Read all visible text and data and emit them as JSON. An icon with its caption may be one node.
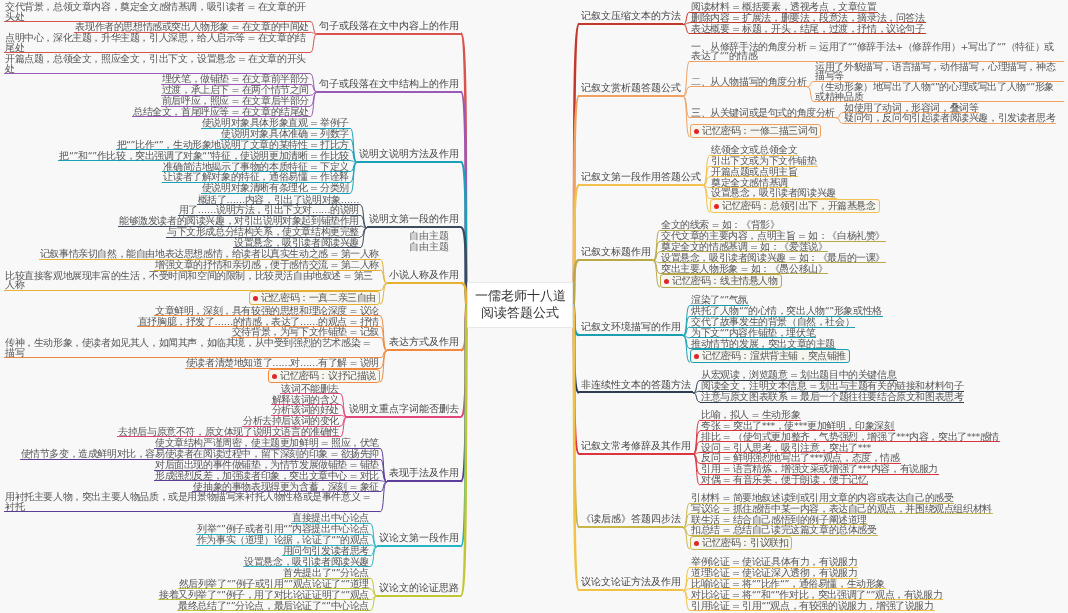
{
  "diagram": {
    "nodes": [
      {
        "text": [
          "一儒老师十八道阅读答题公式"
        ]
      },
      {
        "text": [
          "句子或段落在文中内容上的作用"
        ]
      },
      {
        "text": [
          "交代背景，总领文章内容，奠定全文感情基调，吸引读者 = 在文章的开头处"
        ]
      },
      {
        "text": [
          "表现作者的思想情感或突出人物形象 = 在文章的中间处"
        ]
      },
      {
        "text": [
          "点明中心，深化主题，升华主题，引人深思，给人启示等 = 在文章的结尾处"
        ]
      },
      {
        "text": [
          "句子或段落在文中结构上的作用"
        ]
      },
      {
        "text": [
          "开篇点题，总领全文，照应全文，引出下文，设置悬念 = 在文章的开头处"
        ]
      },
      {
        "text": [
          "埋伏笔，做铺垫 = 在文章前半部分"
        ]
      },
      {
        "text": [
          "过渡，承上启下 = 在两个情节之间"
        ]
      },
      {
        "text": [
          "前后呼应，照应 = 在文章后半部分"
        ]
      },
      {
        "text": [
          "总结全文，首尾呼应等 = 在文章的结尾处"
        ]
      },
      {
        "text": [
          "说明文说明方法及作用"
        ]
      },
      {
        "text": [
          "使说明对象具体形象直观 = 举例子"
        ]
      },
      {
        "text": [
          "使说明对象具体准确 = 列数字"
        ]
      },
      {
        "text": [
          "把“”比作“”，生动形象地说明了文章的某特性 = 打比方"
        ]
      },
      {
        "text": [
          "把“”和“”作比较，突出强调了对象“”特征，使说明更加清晰 = 作比较"
        ]
      },
      {
        "text": [
          "准确简洁地揭示了事物的本质特征 = 下定义"
        ]
      },
      {
        "text": [
          "让读者了解对象的特征，通俗易懂 = 作诠释"
        ]
      },
      {
        "text": [
          "使说明对象清晰有条理化 = 分类别"
        ]
      },
      {
        "text": [
          "说明文第一段的作用"
        ],
        "beside": [
          "自由主题",
          "自由主题"
        ]
      },
      {
        "text": [
          "概括了……内容，引出了说明对象……"
        ]
      },
      {
        "text": [
          "用了……说明方法，引出下文对……的说明"
        ]
      },
      {
        "text": [
          "能够激发读者的阅读兴趣，对引出说明对象起到铺垫作用"
        ]
      },
      {
        "text": [
          "与下文形成总分结构关系，使文章结构更完整"
        ]
      },
      {
        "text": [
          "设置悬念，吸引读者阅读兴趣"
        ]
      },
      {
        "text": [
          "小说人称及作用"
        ]
      },
      {
        "text": [
          "记叙事情亲切自然，能自由地表达思想感情，给读者以真实生动之感 = 第一人称"
        ]
      },
      {
        "text": [
          "增强文章的抒情和亲切感，便于感情交流 = 第二人称"
        ]
      },
      {
        "text": [
          "比较直接客观地展现丰富的生活，不受时间和空间的限制，比较灵活自由地叙述 = 第三人称"
        ]
      },
      {
        "text": [
          "记忆密码：一真二亲三自由"
        ]
      },
      {
        "text": [
          "表达方式及作用"
        ]
      },
      {
        "text": [
          "文章鲜明，深刻，具有较强的思想和理论深度 = 议论"
        ]
      },
      {
        "text": [
          "直抒胸臆，抒发了……的情感，表达了……的观点 = 抒情"
        ]
      },
      {
        "text": [
          "交待背景，为写下文作铺垫 = 记叙"
        ]
      },
      {
        "text": [
          "传神，生动形象，使读者如见其人，如闻其声，如临其境，从中受到强烈的艺术感染 = 描写"
        ]
      },
      {
        "text": [
          "使读者清楚地知道了……对……有了解 = 说明"
        ]
      },
      {
        "text": [
          "记忆密码：议抒记描说"
        ]
      },
      {
        "text": [
          "说明文重点字词能否删去"
        ]
      },
      {
        "text": [
          "该词不能删去"
        ]
      },
      {
        "text": [
          "解释该词的含义"
        ]
      },
      {
        "text": [
          "分析该词的好处"
        ]
      },
      {
        "text": [
          "分析去掉后该词的变化"
        ]
      },
      {
        "text": [
          "去掉后与原意不符，原文体现了说明文语言的准确性"
        ]
      },
      {
        "text": [
          "表现手法及作用"
        ]
      },
      {
        "text": [
          "使文章结构严谨周密，使主题更加鲜明 = 照应，伏笔"
        ]
      },
      {
        "text": [
          "使情节多变，造成鲜明对比，容易使读者在阅读过程中，留下深刻的印象 = 欲扬先抑"
        ]
      },
      {
        "text": [
          "对后面出现的事件做铺垫，为情节发展做铺垫 = 铺垫"
        ]
      },
      {
        "text": [
          "形成强烈反差，加强读者印象，突出文章中心 = 对比"
        ]
      },
      {
        "text": [
          "使抽象的事物表现得更为含蓄，深刻 = 象征"
        ]
      },
      {
        "text": [
          "用衬托主要人物，突出主要人物品质，或是用景物描写来衬托人物性格或是事件意义 = 衬托"
        ]
      },
      {
        "text": [
          "议论文第一段作用"
        ]
      },
      {
        "text": [
          "直接提出中心论点"
        ]
      },
      {
        "text": [
          "列举“”例子或者引用“”内容提出中心论点"
        ]
      },
      {
        "text": [
          "作为事实（道理）论据，论证了“”的观点"
        ]
      },
      {
        "text": [
          "用问句引发读者思考"
        ]
      },
      {
        "text": [
          "设置悬念，吸引读者阅读兴趣"
        ]
      },
      {
        "text": [
          "议论文的论证思路"
        ]
      },
      {
        "text": [
          "首先提出了“”分论点"
        ]
      },
      {
        "text": [
          "然后列举了“”例子或引用“”观点论证了“”道理"
        ]
      },
      {
        "text": [
          "接着又列举了“”例子，用了对比论证证明了“”观点"
        ]
      },
      {
        "text": [
          "最终总结了“”分论点，最后论证了“”中心论点"
        ]
      },
      {
        "text": [
          "记叙文压缩文本的方法"
        ]
      },
      {
        "text": [
          "阅读材料 = 概括要素，透视考点，文章位置"
        ]
      },
      {
        "text": [
          "删除内容 = 扩展法，删要法，段意法，摘录法，问答法"
        ]
      },
      {
        "text": [
          "表达概要 = 标题，开头，结尾，过渡，抒情，议论句子"
        ]
      },
      {
        "text": [
          "记叙文赏析题答题公式"
        ]
      },
      {
        "text": [
          "一、从修辞手法的角度分析 = 运用了“”修辞手法+（修辞作用）+写出了“”（特征）或表达了“”的情感"
        ]
      },
      {
        "text": [
          "二、从人物描写的角度分析"
        ]
      },
      {
        "text": [
          "运用了外貌描写，语言描写，动作描写，心理描写，神态描写等"
        ]
      },
      {
        "text": [
          "（生动形象）地写出了人物“”的心理或写出了人物“”形象或精神品质"
        ]
      },
      {
        "text": [
          "三、从关键词或是句式的角度分析"
        ]
      },
      {
        "text": [
          "如使用了动词，形容词，叠词等"
        ]
      },
      {
        "text": [
          "疑问句，反问句引起读者阅读兴趣，引发读者思考"
        ]
      },
      {
        "text": [
          "记忆密码：一修二描三词句"
        ]
      },
      {
        "text": [
          "记叙文第一段作用答题公式"
        ]
      },
      {
        "text": [
          "统领全文或总领全文"
        ]
      },
      {
        "text": [
          "引出下文或为下文作铺垫"
        ]
      },
      {
        "text": [
          "开篇点题或点明主旨"
        ]
      },
      {
        "text": [
          "奠定全文感情基调"
        ]
      },
      {
        "text": [
          "设置悬念，吸引读者阅读兴趣"
        ]
      },
      {
        "text": [
          "记忆密码：总领引出下，开篇基悬念"
        ]
      },
      {
        "text": [
          "记叙文标题作用"
        ]
      },
      {
        "text": [
          "全文的线索 = 如：《背影》"
        ]
      },
      {
        "text": [
          "交代文章的主要内容，点明主旨 = 如：《白杨礼赞》"
        ]
      },
      {
        "text": [
          "奠定全文的情感基调 = 如：《爱莲说》"
        ]
      },
      {
        "text": [
          "设置悬念，吸引读者阅读兴趣 = 如：《最后的一课》"
        ]
      },
      {
        "text": [
          "突出主要人物形象 = 如：《愚公移山》"
        ]
      },
      {
        "text": [
          "记忆密码：线主情悬人物"
        ]
      },
      {
        "text": [
          "记叙文环境描写的作用"
        ]
      },
      {
        "text": [
          "渲染了“”气氛"
        ]
      },
      {
        "text": [
          "烘托了人物“”的心情，突出人物“”形象或性格"
        ]
      },
      {
        "text": [
          "交代了故事发生的背景（自然，社会）"
        ]
      },
      {
        "text": [
          "为下文“”内容作铺垫，埋伏笔"
        ]
      },
      {
        "text": [
          "推动情节的发展，突出文章的主题"
        ]
      },
      {
        "text": [
          "记忆密码：渲烘背主铺，突点铺推"
        ]
      },
      {
        "text": [
          "非连续性文本的答题方法"
        ]
      },
      {
        "text": [
          "从宏观读，浏览题意 = 划出题目中的关键信息"
        ]
      },
      {
        "text": [
          "阅读全文，注明文本信息 = 划出与主题有关的链接和材料句子"
        ]
      },
      {
        "text": [
          "注意与原文图表联系 = 最后一个题往往要结合原文和图表思考"
        ]
      },
      {
        "text": [
          "记叙文常考修辞及其作用"
        ]
      },
      {
        "text": [
          "比喻，拟人 = 生动形象"
        ]
      },
      {
        "text": [
          "夸张 = 突出了***，使***更加鲜明，印象深刻"
        ]
      },
      {
        "text": [
          "排比 = （使句式更加整齐，气势强烈，增强了***内容，突出了***感情"
        ]
      },
      {
        "text": [
          "设问 = 引人思考，吸引注意，突出了***"
        ]
      },
      {
        "text": [
          "反问 = 鲜明强烈地写出了***观点，态度，情感"
        ]
      },
      {
        "text": [
          "引用 = 语言精炼，增强文采或增强了***内容，有说服力"
        ]
      },
      {
        "text": [
          "对偶 = 有音乐美，便于朗读，便于记忆"
        ]
      },
      {
        "text": [
          "《读后感》答题四步法"
        ]
      },
      {
        "text": [
          "引材料 = 简要地叙述读到或引用文章的内容或表达自己的感受"
        ]
      },
      {
        "text": [
          "写议论 = 抓住感悟中某一内容，表达自己的观点，并围绕观点组织材料"
        ]
      },
      {
        "text": [
          "联生活 = 结合自己感悟到的例子阐述道理"
        ]
      },
      {
        "text": [
          "扣总结 = 总结自己读完这篇文章的总体感受"
        ]
      },
      {
        "text": [
          "记忆密码：引议联扣"
        ]
      },
      {
        "text": [
          "议论文论证方法及作用"
        ]
      },
      {
        "text": [
          "举例论证 = 使论证具体有力，有说服力"
        ]
      },
      {
        "text": [
          "道理论证 = 使论证深入透彻，有说服力"
        ]
      },
      {
        "text": [
          "比喻论证 = 将“”比作“”，通俗易懂，生动形象"
        ]
      },
      {
        "text": [
          "对比论证 = 将“”和“”作对比，突出强调了“”观点，有说服力"
        ]
      },
      {
        "text": [
          "引用论证 = 引用“”观点，有较强的说服力，增强了说服力"
        ]
      }
    ],
    "edges": [
      {
        "from": 0,
        "to": 1,
        "arrow": "none",
        "color": "#d9534f"
      },
      {
        "from": 0,
        "to": 5,
        "arrow": "none",
        "color": "#9b59b6"
      },
      {
        "from": 0,
        "to": 11,
        "arrow": "none",
        "color": "#17a2b8"
      },
      {
        "from": 0,
        "to": 19,
        "arrow": "none",
        "color": "#3d4a5c"
      },
      {
        "from": 0,
        "to": 25,
        "arrow": "none",
        "color": "#e8b030"
      },
      {
        "from": 0,
        "to": 30,
        "arrow": "none",
        "color": "#f0883e"
      },
      {
        "from": 0,
        "to": 37,
        "arrow": "none",
        "color": "#e0457b"
      },
      {
        "from": 0,
        "to": 43,
        "arrow": "none",
        "color": "#5e3c99"
      },
      {
        "from": 0,
        "to": 50,
        "arrow": "none",
        "color": "#26b5c4"
      },
      {
        "from": 0,
        "to": 56,
        "arrow": "none",
        "color": "#c3c634"
      },
      {
        "from": 0,
        "to": 61,
        "arrow": "none",
        "color": "#c0392b"
      },
      {
        "from": 0,
        "to": 65,
        "arrow": "none",
        "color": "#f0a060"
      },
      {
        "from": 0,
        "to": 74,
        "arrow": "none",
        "color": "#f2c14e"
      },
      {
        "from": 0,
        "to": 81,
        "arrow": "none",
        "color": "#b8a848"
      },
      {
        "from": 0,
        "to": 88,
        "arrow": "none",
        "color": "#1a9fb0"
      },
      {
        "from": 0,
        "to": 95,
        "arrow": "none",
        "color": "#2c3e50"
      },
      {
        "from": 0,
        "to": 99,
        "arrow": "none",
        "color": "#d9363e"
      },
      {
        "from": 0,
        "to": 107,
        "arrow": "none",
        "color": "#c9b64a"
      },
      {
        "from": 0,
        "to": 113,
        "arrow": "none",
        "color": "#f0c348"
      },
      {
        "from": 1,
        "to": 2,
        "arrow": "none",
        "color": "#d9534f"
      },
      {
        "from": 1,
        "to": 3,
        "arrow": "none",
        "color": "#d9534f"
      },
      {
        "from": 1,
        "to": 4,
        "arrow": "none",
        "color": "#d9534f"
      },
      {
        "from": 5,
        "to": 6,
        "arrow": "none",
        "color": "#9b59b6"
      },
      {
        "from": 5,
        "to": 7,
        "arrow": "none",
        "color": "#9b59b6"
      },
      {
        "from": 5,
        "to": 8,
        "arrow": "none",
        "color": "#9b59b6"
      },
      {
        "from": 5,
        "to": 9,
        "arrow": "none",
        "color": "#9b59b6"
      },
      {
        "from": 5,
        "to": 10,
        "arrow": "none",
        "color": "#9b59b6"
      },
      {
        "from": 11,
        "to": 12,
        "arrow": "none",
        "color": "#17a2b8"
      },
      {
        "from": 11,
        "to": 13,
        "arrow": "none",
        "color": "#17a2b8"
      },
      {
        "from": 11,
        "to": 14,
        "arrow": "none",
        "color": "#17a2b8"
      },
      {
        "from": 11,
        "to": 15,
        "arrow": "none",
        "color": "#17a2b8"
      },
      {
        "from": 11,
        "to": 16,
        "arrow": "none",
        "color": "#17a2b8"
      },
      {
        "from": 11,
        "to": 17,
        "arrow": "none",
        "color": "#17a2b8"
      },
      {
        "from": 11,
        "to": 18,
        "arrow": "none",
        "color": "#17a2b8"
      },
      {
        "from": 19,
        "to": 20,
        "arrow": "none",
        "color": "#3d4a5c"
      },
      {
        "from": 19,
        "to": 21,
        "arrow": "none",
        "color": "#3d4a5c"
      },
      {
        "from": 19,
        "to": 22,
        "arrow": "none",
        "color": "#3d4a5c"
      },
      {
        "from": 19,
        "to": 23,
        "arrow": "none",
        "color": "#3d4a5c"
      },
      {
        "from": 19,
        "to": 24,
        "arrow": "none",
        "color": "#3d4a5c"
      },
      {
        "from": 25,
        "to": 26,
        "arrow": "none",
        "color": "#e8b030"
      },
      {
        "from": 25,
        "to": 27,
        "arrow": "none",
        "color": "#e8b030"
      },
      {
        "from": 25,
        "to": 28,
        "arrow": "none",
        "color": "#e8b030"
      },
      {
        "from": 25,
        "to": 29,
        "arrow": "none",
        "color": "#e8b030"
      },
      {
        "from": 30,
        "to": 31,
        "arrow": "none",
        "color": "#f0883e"
      },
      {
        "from": 30,
        "to": 32,
        "arrow": "none",
        "color": "#f0883e"
      },
      {
        "from": 30,
        "to": 33,
        "arrow": "none",
        "color": "#f0883e"
      },
      {
        "from": 30,
        "to": 34,
        "arrow": "none",
        "color": "#f0883e"
      },
      {
        "from": 30,
        "to": 35,
        "arrow": "none",
        "color": "#f0883e"
      },
      {
        "from": 30,
        "to": 36,
        "arrow": "none",
        "color": "#f0883e"
      },
      {
        "from": 37,
        "to": 38,
        "arrow": "none",
        "color": "#e0457b"
      },
      {
        "from": 37,
        "to": 39,
        "arrow": "none",
        "color": "#e0457b"
      },
      {
        "from": 37,
        "to": 40,
        "arrow": "none",
        "color": "#e0457b"
      },
      {
        "from": 37,
        "to": 41,
        "arrow": "none",
        "color": "#e0457b"
      },
      {
        "from": 37,
        "to": 42,
        "arrow": "none",
        "color": "#e0457b"
      },
      {
        "from": 43,
        "to": 44,
        "arrow": "none",
        "color": "#5e3c99"
      },
      {
        "from": 43,
        "to": 45,
        "arrow": "none",
        "color": "#5e3c99"
      },
      {
        "from": 43,
        "to": 46,
        "arrow": "none",
        "color": "#5e3c99"
      },
      {
        "from": 43,
        "to": 47,
        "arrow": "none",
        "color": "#5e3c99"
      },
      {
        "from": 43,
        "to": 48,
        "arrow": "none",
        "color": "#5e3c99"
      },
      {
        "from": 43,
        "to": 49,
        "arrow": "none",
        "color": "#5e3c99"
      },
      {
        "from": 50,
        "to": 51,
        "arrow": "none",
        "color": "#26b5c4"
      },
      {
        "from": 50,
        "to": 52,
        "arrow": "none",
        "color": "#26b5c4"
      },
      {
        "from": 50,
        "to": 53,
        "arrow": "none",
        "color": "#26b5c4"
      },
      {
        "from": 50,
        "to": 54,
        "arrow": "none",
        "color": "#26b5c4"
      },
      {
        "from": 50,
        "to": 55,
        "arrow": "none",
        "color": "#26b5c4"
      },
      {
        "from": 56,
        "to": 57,
        "arrow": "none",
        "color": "#c3c634"
      },
      {
        "from": 56,
        "to": 58,
        "arrow": "none",
        "color": "#c3c634"
      },
      {
        "from": 56,
        "to": 59,
        "arrow": "none",
        "color": "#c3c634"
      },
      {
        "from": 56,
        "to": 60,
        "arrow": "none",
        "color": "#c3c634"
      },
      {
        "from": 61,
        "to": 62,
        "arrow": "none",
        "color": "#c0392b"
      },
      {
        "from": 61,
        "to": 63,
        "arrow": "none",
        "color": "#c0392b"
      },
      {
        "from": 61,
        "to": 64,
        "arrow": "none",
        "color": "#c0392b"
      },
      {
        "from": 65,
        "to": 66,
        "arrow": "none",
        "color": "#f0a060"
      },
      {
        "from": 65,
        "to": 67,
        "arrow": "none",
        "color": "#f0a060"
      },
      {
        "from": 65,
        "to": 70,
        "arrow": "none",
        "color": "#f0a060"
      },
      {
        "from": 65,
        "to": 73,
        "arrow": "none",
        "color": "#f0a060"
      },
      {
        "from": 67,
        "to": 68,
        "arrow": "none",
        "color": "#f0a060"
      },
      {
        "from": 67,
        "to": 69,
        "arrow": "none",
        "color": "#f0a060"
      },
      {
        "from": 70,
        "to": 71,
        "arrow": "none",
        "color": "#f0a060"
      },
      {
        "from": 70,
        "to": 72,
        "arrow": "none",
        "color": "#f0a060"
      },
      {
        "from": 74,
        "to": 75,
        "arrow": "none",
        "color": "#f2c14e"
      },
      {
        "from": 74,
        "to": 76,
        "arrow": "none",
        "color": "#f2c14e"
      },
      {
        "from": 74,
        "to": 77,
        "arrow": "none",
        "color": "#f2c14e"
      },
      {
        "from": 74,
        "to": 78,
        "arrow": "none",
        "color": "#f2c14e"
      },
      {
        "from": 74,
        "to": 79,
        "arrow": "none",
        "color": "#f2c14e"
      },
      {
        "from": 74,
        "to": 80,
        "arrow": "none",
        "color": "#f2c14e"
      },
      {
        "from": 81,
        "to": 82,
        "arrow": "none",
        "color": "#b8a848"
      },
      {
        "from": 81,
        "to": 83,
        "arrow": "none",
        "color": "#b8a848"
      },
      {
        "from": 81,
        "to": 84,
        "arrow": "none",
        "color": "#b8a848"
      },
      {
        "from": 81,
        "to": 85,
        "arrow": "none",
        "color": "#b8a848"
      },
      {
        "from": 81,
        "to": 86,
        "arrow": "none",
        "color": "#b8a848"
      },
      {
        "from": 81,
        "to": 87,
        "arrow": "none",
        "color": "#b8a848"
      },
      {
        "from": 88,
        "to": 89,
        "arrow": "none",
        "color": "#1a9fb0"
      },
      {
        "from": 88,
        "to": 90,
        "arrow": "none",
        "color": "#1a9fb0"
      },
      {
        "from": 88,
        "to": 91,
        "arrow": "none",
        "color": "#1a9fb0"
      },
      {
        "from": 88,
        "to": 92,
        "arrow": "none",
        "color": "#1a9fb0"
      },
      {
        "from": 88,
        "to": 93,
        "arrow": "none",
        "color": "#1a9fb0"
      },
      {
        "from": 88,
        "to": 94,
        "arrow": "none",
        "color": "#1a9fb0"
      },
      {
        "from": 95,
        "to": 96,
        "arrow": "none",
        "color": "#2c3e50"
      },
      {
        "from": 95,
        "to": 97,
        "arrow": "none",
        "color": "#2c3e50"
      },
      {
        "from": 95,
        "to": 98,
        "arrow": "none",
        "color": "#2c3e50"
      },
      {
        "from": 99,
        "to": 100,
        "arrow": "none",
        "color": "#d9363e"
      },
      {
        "from": 99,
        "to": 101,
        "arrow": "none",
        "color": "#d9363e"
      },
      {
        "from": 99,
        "to": 102,
        "arrow": "none",
        "color": "#d9363e"
      },
      {
        "from": 99,
        "to": 103,
        "arrow": "none",
        "color": "#d9363e"
      },
      {
        "from": 99,
        "to": 104,
        "arrow": "none",
        "color": "#d9363e"
      },
      {
        "from": 99,
        "to": 105,
        "arrow": "none",
        "color": "#d9363e"
      },
      {
        "from": 99,
        "to": 106,
        "arrow": "none",
        "color": "#d9363e"
      },
      {
        "from": 107,
        "to": 108,
        "arrow": "none",
        "color": "#c9b64a"
      },
      {
        "from": 107,
        "to": 109,
        "arrow": "none",
        "color": "#c9b64a"
      },
      {
        "from": 107,
        "to": 110,
        "arrow": "none",
        "color": "#c9b64a"
      },
      {
        "from": 107,
        "to": 111,
        "arrow": "none",
        "color": "#c9b64a"
      },
      {
        "from": 107,
        "to": 112,
        "arrow": "none",
        "color": "#c9b64a"
      },
      {
        "from": 113,
        "to": 114,
        "arrow": "none",
        "color": "#f0c348"
      },
      {
        "from": 113,
        "to": 115,
        "arrow": "none",
        "color": "#f0c348"
      },
      {
        "from": 113,
        "to": 116,
        "arrow": "none",
        "color": "#f0c348"
      },
      {
        "from": 113,
        "to": 117,
        "arrow": "none",
        "color": "#f0c348"
      },
      {
        "from": 113,
        "to": 118,
        "arrow": "none",
        "color": "#f0c348"
      }
    ]
  }
}
